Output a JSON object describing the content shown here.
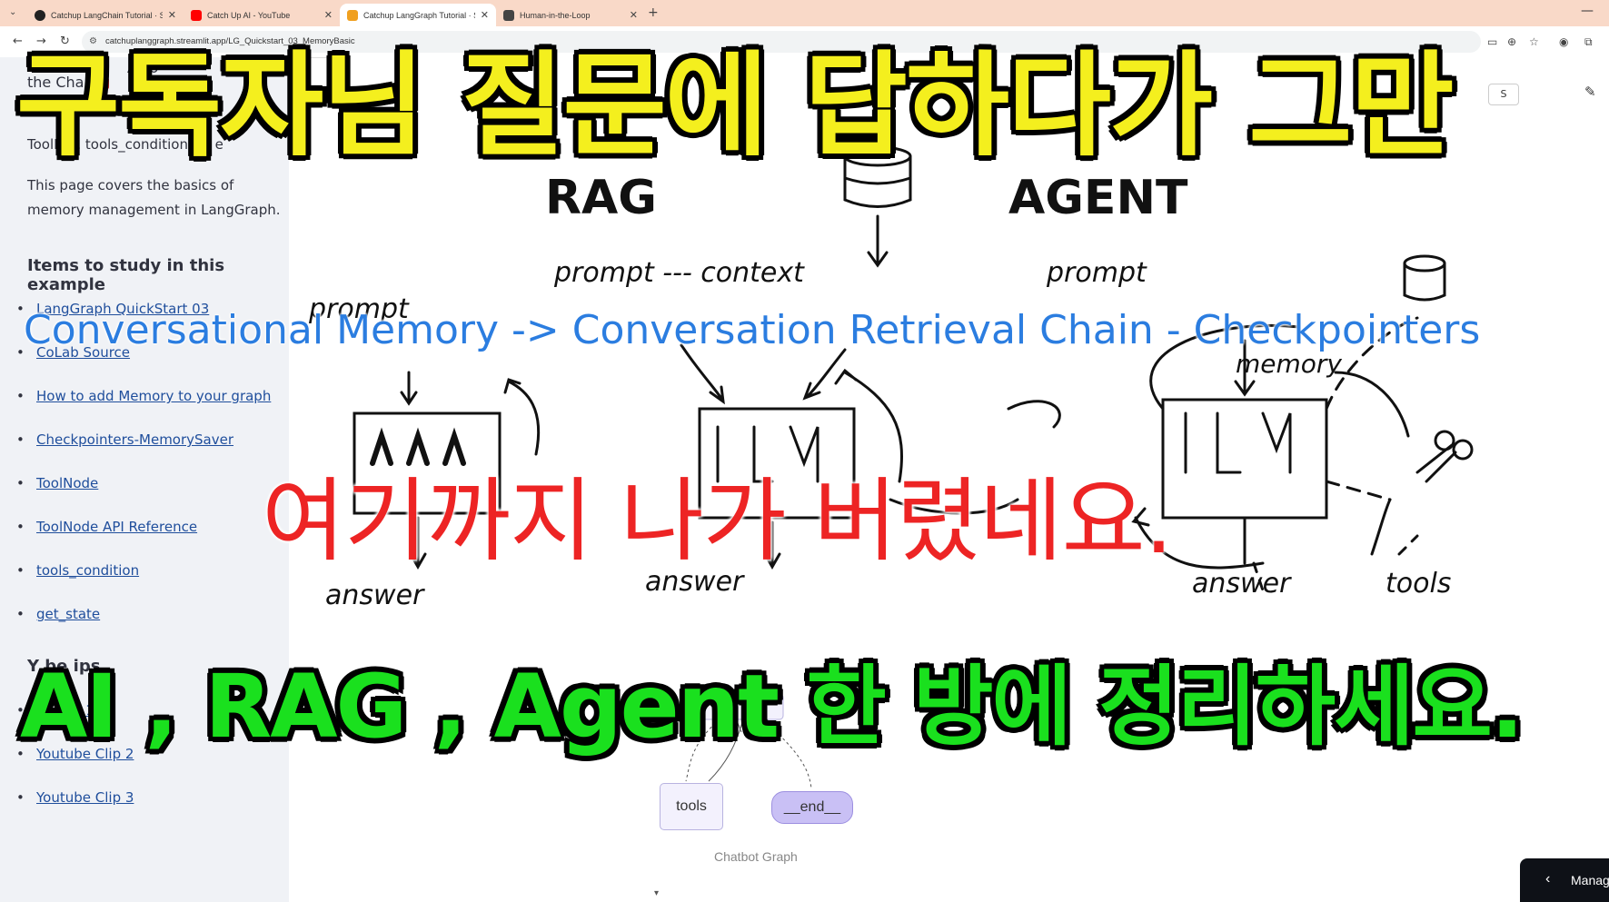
{
  "browser": {
    "tabs": [
      {
        "label": "Catchup LangChain Tutorial · St",
        "icon_color": "#222222",
        "active": false
      },
      {
        "label": "Catch Up AI - YouTube",
        "icon_color": "#ff0000",
        "active": false
      },
      {
        "label": "Catchup LangGraph Tutorial · St",
        "icon_color": "#f0a020",
        "active": true
      },
      {
        "label": "Human-in-the-Loop",
        "icon_color": "#444444",
        "active": false
      }
    ],
    "url": "catchuplanggraph.streamlit.app/LG_Quickstart_03_MemoryBasic"
  },
  "sidebar": {
    "title_partial_1": "Ac                                 o",
    "title_partial_2": "the Cha   t",
    "tools_line": "ToolN    e, tools_condition,     _s     e",
    "intro": "This page covers the basics of memory management in LangGraph.",
    "study_heading": "Items to study in this example",
    "links": [
      "LangGraph QuickStart 03",
      "CoLab Source",
      "How to add Memory to your graph",
      "Checkpointers-MemorySaver",
      "ToolNode",
      "ToolNode API Reference",
      "tools_condition",
      "get_state"
    ],
    "clips_heading": "Y        be    ips",
    "clips": [
      "Yo        Clip 1",
      "Youtube Clip 2",
      "Youtube Clip 3"
    ]
  },
  "main": {
    "s_button": "S",
    "graph_nodes": {
      "tools": "tools",
      "end": "__end__"
    },
    "graph_caption": "Chatbot Graph",
    "manage_label": "Manag"
  },
  "sketch": {
    "rag": "RAG",
    "agent": "AGENT",
    "prompt1": "prompt",
    "prompt2": "prompt --- context",
    "prompt3": "prompt",
    "llm": "LLM",
    "answer": "answer",
    "memory": "memory",
    "tools": "tools"
  },
  "overlays": {
    "top": "구독자님 질문에 답하다가 그만",
    "blue": "Conversational Memory -> Conversation Retrieval Chain - Checkpointers",
    "red": "여기까지 나가 버렸네요.",
    "green": "AI , RAG , Agent 한 방에 정리하세요."
  }
}
